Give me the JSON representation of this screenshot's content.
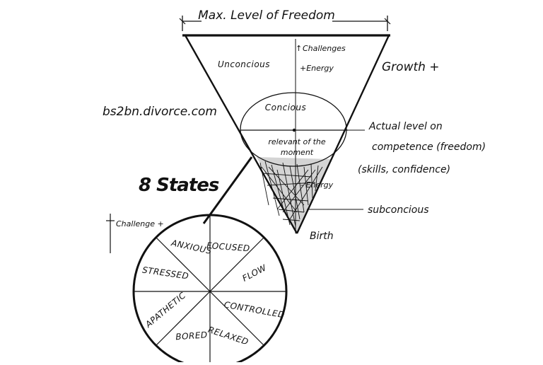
{
  "top_label": "Max. Level of Freedom",
  "growth_label": "Growth +",
  "left_note": "bs2bn.divorce.com",
  "cone": {
    "unconscious": "Unconcious",
    "challenges_line1": "Challenges",
    "challenges_prefix": "↑",
    "challenges_line2": "+Energy",
    "conscious": "Concious",
    "relevant_line1": "relevant of the",
    "relevant_line2": "moment",
    "energy_minus": "- Energy",
    "birth": "Birth"
  },
  "actual_level": {
    "line1": "Actual level on",
    "line2": "competence (freedom)",
    "line3": "(skills, confidence)"
  },
  "subconscious_label": "subconcious",
  "eight_states_title": "8 States",
  "challenge_axis_label": "Challenge +",
  "states": [
    "Focused",
    "Flow",
    "Controlled",
    "Relaxed",
    "Bored",
    "Apathetic",
    "Stressed",
    "Anxious"
  ]
}
